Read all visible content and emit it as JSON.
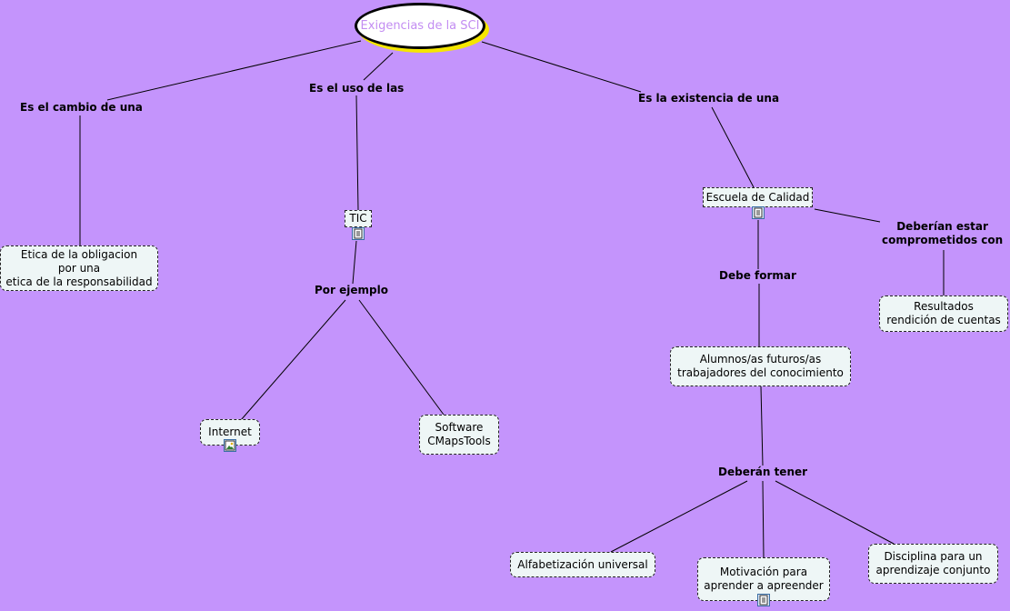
{
  "root": {
    "label": "Exigencias de la SCI"
  },
  "links": {
    "cambio": "Es el cambio de una",
    "uso": "Es el uso de las",
    "existencia": "Es la existencia de una",
    "ejemplo": "Por ejemplo",
    "formar": "Debe formar",
    "comprometidos": "Deberían estar\ncomprometidos con",
    "tener": "Deberán tener"
  },
  "nodes": {
    "etica": "Etica de la obligacion\npor una\n etica de la responsabilidad",
    "tic": "TIC",
    "internet": "Internet",
    "software": "Software\nCMapsTools",
    "escuela": "Escuela de Calidad",
    "resultados": "Resultados\nrendición de cuentas",
    "alumnos": "Alumnos/as futuros/as\ntrabajadores del conocimiento",
    "alfabetizacion": "Alfabetización universal",
    "motivacion": "Motivación para\naprender a apreender",
    "disciplina": "Disciplina para un\naprendizaje conjunto"
  },
  "icons": [
    "document-icon",
    "document-icon",
    "image-icon",
    "document-icon"
  ],
  "colors": {
    "background": "#c494fc",
    "node_fill": "#eef6f6",
    "root_text": "#c38df2",
    "root_shadow": "#f5e600"
  }
}
